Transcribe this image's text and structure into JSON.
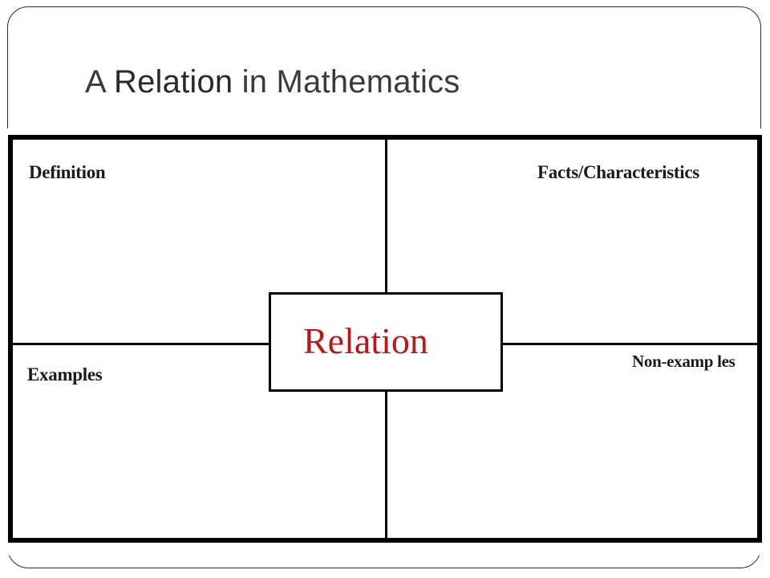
{
  "slide": {
    "title_prefix": "A ",
    "title_emphasis": "Relation",
    "title_suffix": " in Mathematics"
  },
  "frayer_model": {
    "center_label": "Relation",
    "quadrants": {
      "top_left": "Definition",
      "top_right": "Facts/Characteristics",
      "bottom_left": "Examples",
      "bottom_right": "Non-examp les"
    }
  },
  "colors": {
    "center_label": "#b21b1b",
    "title_text": "#3a3a3a",
    "frame": "#000000"
  }
}
